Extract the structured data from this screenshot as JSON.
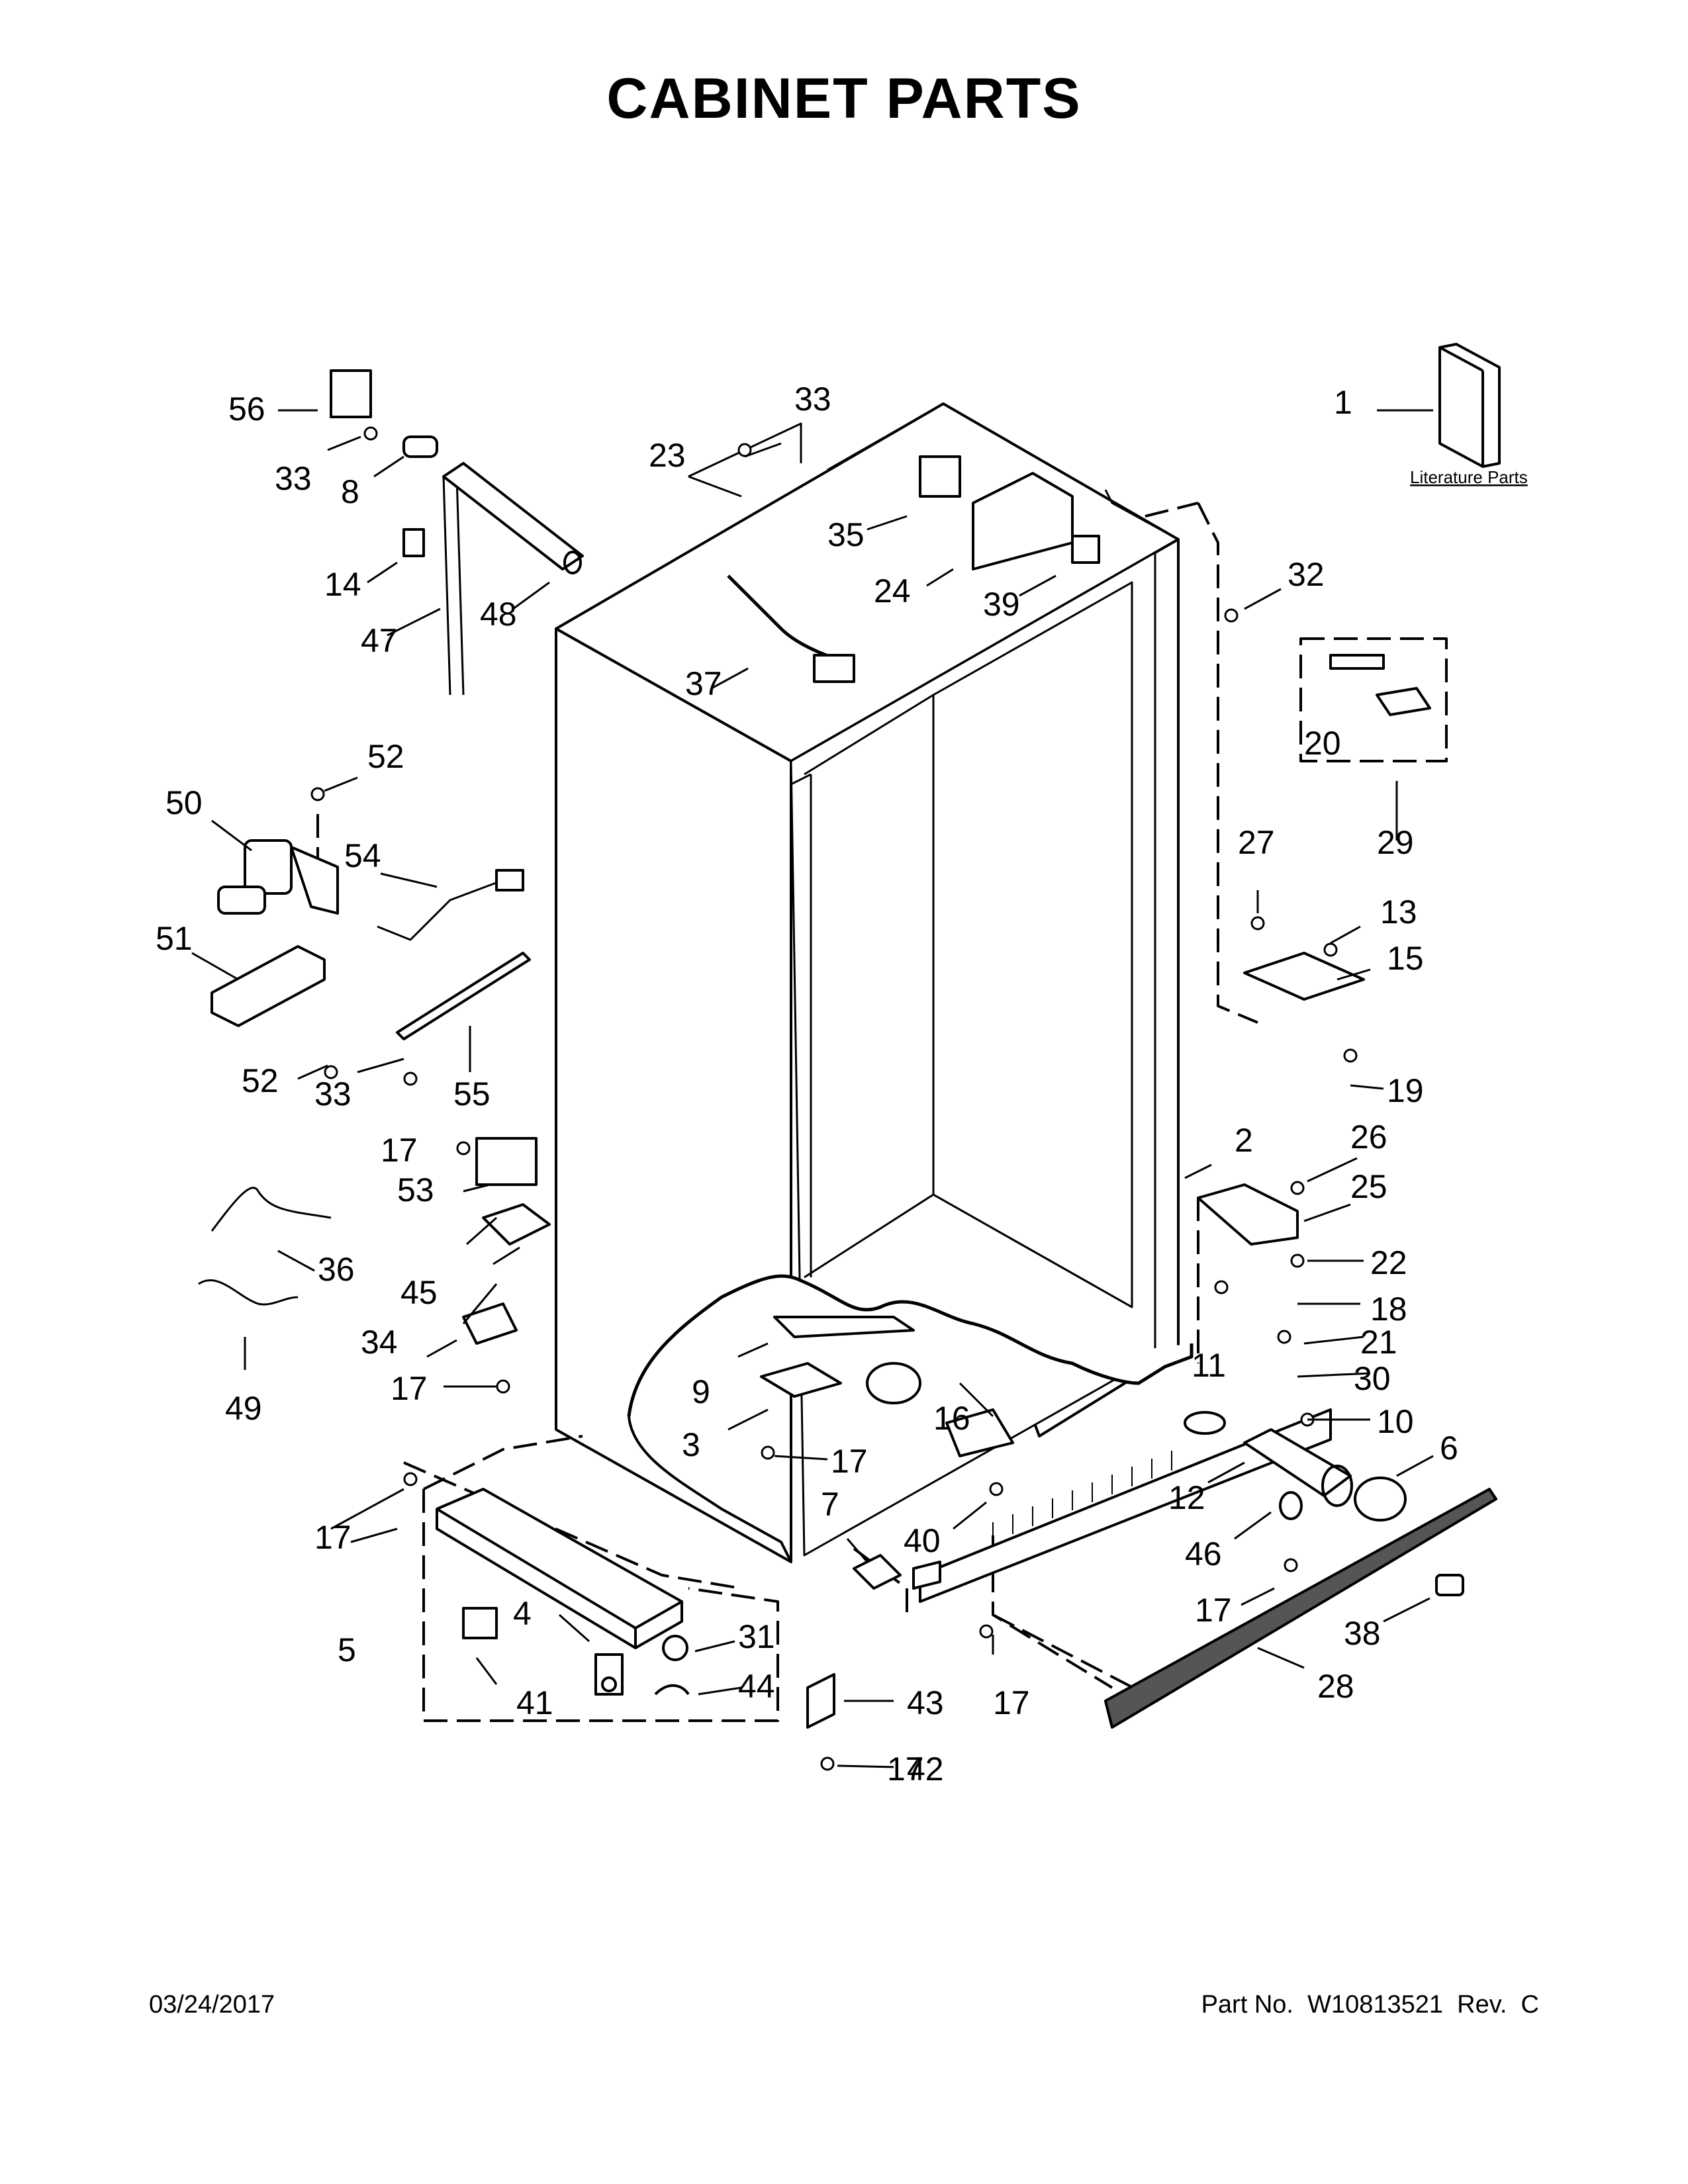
{
  "title": "CABINET PARTS",
  "literature_label": "Literature Parts",
  "footer": {
    "date": "03/24/2017",
    "part_number": "Part No.  W10813521  Rev.  C"
  },
  "callouts": [
    "1",
    "2",
    "3",
    "4",
    "5",
    "6",
    "7",
    "8",
    "9",
    "10",
    "11",
    "12",
    "13",
    "14",
    "15",
    "16",
    "17",
    "17",
    "17",
    "17",
    "17",
    "17",
    "17",
    "18",
    "19",
    "20",
    "21",
    "22",
    "23",
    "24",
    "25",
    "26",
    "27",
    "28",
    "29",
    "30",
    "31",
    "32",
    "33",
    "33",
    "33",
    "34",
    "35",
    "36",
    "37",
    "38",
    "39",
    "40",
    "41",
    "42",
    "43",
    "44",
    "45",
    "46",
    "47",
    "48",
    "49",
    "50",
    "51",
    "52",
    "52",
    "53",
    "54",
    "55",
    "56"
  ]
}
